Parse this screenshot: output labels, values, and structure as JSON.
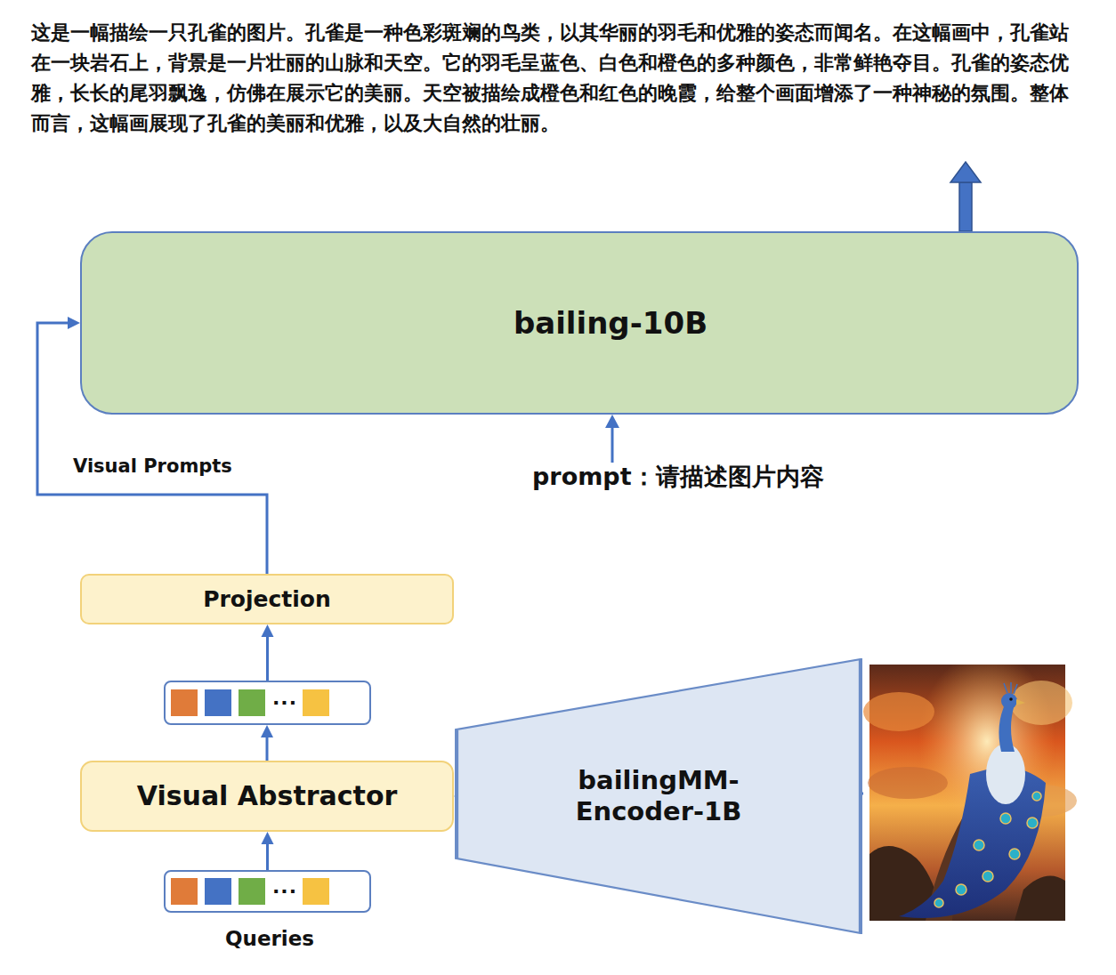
{
  "diagram": {
    "nodes": [
      {
        "text": [
          "bailing-10B"
        ]
      },
      {
        "text": [
          "Projection"
        ]
      },
      {
        "text": [
          "···"
        ]
      },
      {
        "text": [
          "Visual Abstractor"
        ]
      },
      {
        "text": [
          "bailingMM- Encoder-1B"
        ]
      },
      {
        "text": [
          "···"
        ]
      }
    ],
    "edges": [
      {
        "from": 5,
        "to": 3,
        "arrow": "to"
      },
      {
        "from": 4,
        "to": 3,
        "arrow": "to"
      },
      {
        "from": 3,
        "to": 2,
        "arrow": "to"
      },
      {
        "from": 2,
        "to": 1,
        "arrow": "to"
      },
      {
        "from": 1,
        "to": 0,
        "arrow": "to"
      }
    ],
    "labels": [
      "这是一幅描绘一只孔雀的图片。孔雀是一种色彩斑斓的鸟类，以其华丽的羽毛和优雅的姿态而闻名。在这幅画中，孔雀站在一块岩石上，背景是一片壮丽的山脉和天空。它的羽毛呈蓝色、白色和橙色的多种颜色，非常鲜艳夺目。孔雀的姿态优雅，长长的尾羽飘逸，仿佛在展示它的美丽。天空被描绘成橙色和红色的晚霞，给整个画面增添了一种神秘的氛围。整体而言，这幅画展现了孔雀的美丽和优雅，以及大自然的壮丽。",
      "Visual Prompts",
      "prompt：请描述图片内容",
      "Queries"
    ]
  }
}
